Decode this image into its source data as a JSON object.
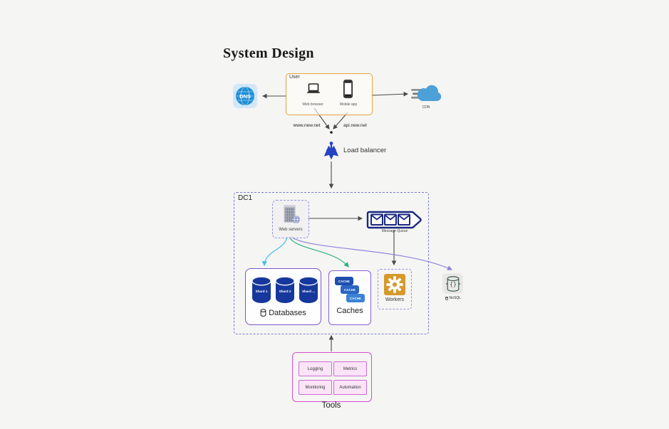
{
  "title": "System Design",
  "nodes": {
    "dns": {
      "label": "DNS"
    },
    "user": {
      "label": "User",
      "web_browser": "Web browser",
      "mobile_app": "Mobile app"
    },
    "cdn": {
      "label": "CDN"
    },
    "routes": {
      "www": "www.new.net",
      "api": "api.new.net"
    },
    "load_balancer": {
      "label": "Load balancer"
    },
    "dc1": {
      "label": "DC1"
    },
    "web_servers": {
      "label": "Web servers"
    },
    "message_queue": {
      "label": "Message Queue"
    },
    "databases": {
      "label": "Databases",
      "shards": [
        "Shard 1",
        "Shard 2",
        "Shard ..."
      ]
    },
    "caches": {
      "label": "Caches",
      "chips": [
        "CACHE",
        "CACHE",
        "CACHE"
      ]
    },
    "workers": {
      "label": "Workers"
    },
    "nosql": {
      "label": "NoSQL"
    },
    "tools": {
      "label": "Tools",
      "items": [
        "Logging",
        "Metrics",
        "Monitoring",
        "Automation"
      ]
    }
  },
  "colors": {
    "canvas-bg": "#f5f5f3",
    "user-border": "#e9a23b",
    "dns-blue": "#1e8fd6",
    "dns-tile": "#d2e7f8",
    "cdn-blue": "#4da0d8",
    "lb-blue": "#2443c4",
    "dc-border": "#7b7bdb",
    "tile-border": "#9595e2",
    "mq-navy": "#18277f",
    "db-border": "#7a56cb",
    "cylinder-blue": "#16389c",
    "cache-border": "#8a5fd0",
    "chip-dark": "#1c4fae",
    "chip-mid": "#2a66c2",
    "chip-light": "#3b82d4",
    "gear-bg": "#d6992c",
    "tools-border": "#d94fd0",
    "tools-fill": "#fbe4f7",
    "curve-cyan": "#45bfe8",
    "curve-green": "#2fb080",
    "curve-purple": "#8f84de",
    "line-dark": "#4a4a4a"
  }
}
